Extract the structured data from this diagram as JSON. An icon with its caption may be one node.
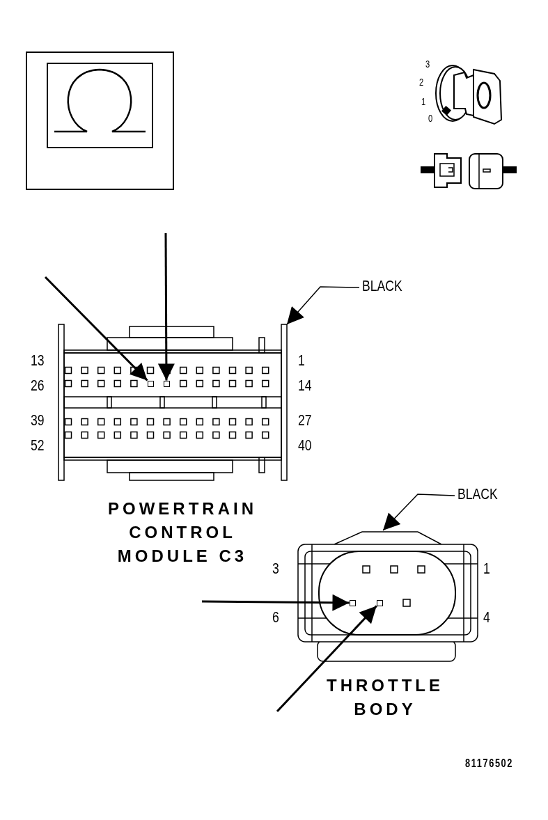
{
  "diagram": {
    "nodes": [
      {
        "text": [
          "BLACK"
        ]
      },
      {
        "text": [],
        "shape": "picture",
        "beside": [
          "POWERTRAIN CONTROL MODULE C3"
        ]
      },
      {
        "text": [],
        "shape": "box",
        "in": 1
      },
      {
        "text": [],
        "shape": "box",
        "in": 1
      },
      {
        "text": [
          "BLACK"
        ]
      },
      {
        "text": [],
        "shape": "picture",
        "beside": [
          "THROTTLE BODY"
        ]
      },
      {
        "text": [],
        "shape": "box",
        "in": 5
      },
      {
        "text": [],
        "shape": "box",
        "in": 5
      }
    ],
    "edges": [
      {
        "from": 0,
        "to": 1,
        "arrow": "to"
      },
      {
        "from": null,
        "to": 2,
        "arrow": "to"
      },
      {
        "from": null,
        "to": 3,
        "arrow": "to"
      },
      {
        "from": 4,
        "to": 5,
        "arrow": "to"
      },
      {
        "from": null,
        "to": 6,
        "arrow": "to"
      },
      {
        "from": null,
        "to": 7,
        "arrow": "to"
      }
    ],
    "labels": [
      "3",
      "2",
      "1",
      "0",
      "13",
      "1",
      "26",
      "14",
      "39",
      "27",
      "52",
      "40",
      "3",
      "1",
      "6",
      "4",
      "81176502"
    ]
  }
}
